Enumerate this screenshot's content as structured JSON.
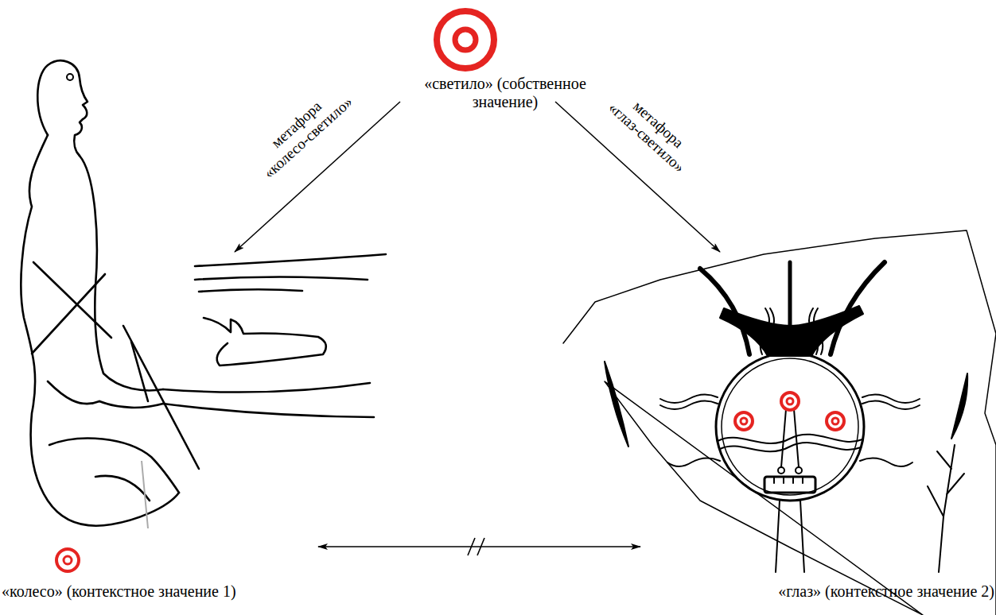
{
  "diagram": {
    "nodes": [
      {
        "text": [
          "«светило» (собственное значение)"
        ]
      },
      {
        "text": [
          "«колесо» (контекстное значение 1)"
        ]
      },
      {
        "text": [
          "«глаз» (контекстное значение 2)"
        ]
      }
    ],
    "edges": [
      {
        "from": 0,
        "to": 1,
        "arrow": "to",
        "label": "метафора «колесо-светило»"
      },
      {
        "from": 0,
        "to": 2,
        "arrow": "to",
        "label": "метафора «глаз-светило»"
      },
      {
        "from": 1,
        "to": 2,
        "arrow": "both"
      }
    ]
  }
}
